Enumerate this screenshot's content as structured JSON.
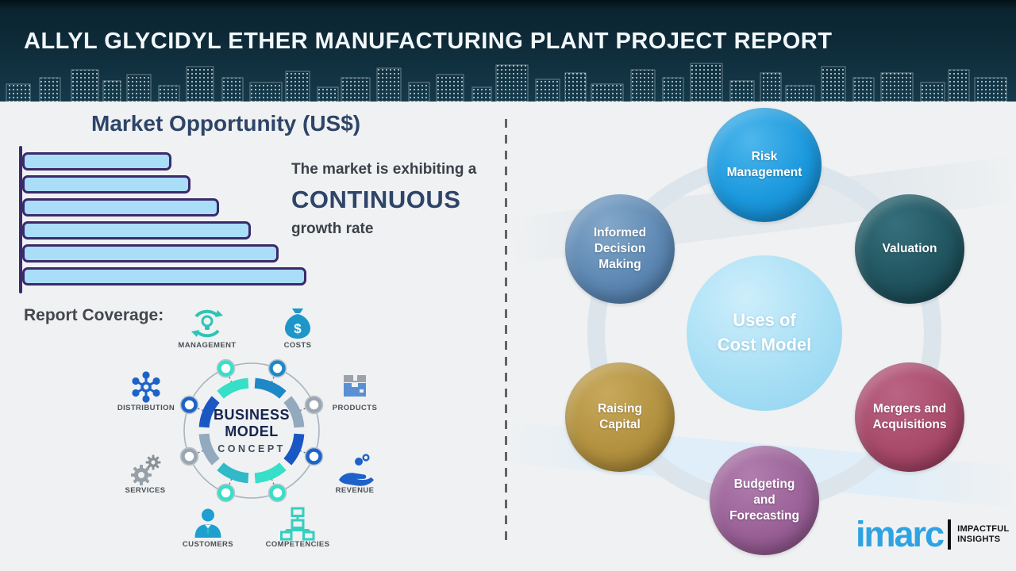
{
  "header": {
    "title": "ALLYL GLYCIDYL ETHER MANUFACTURING PLANT PROJECT REPORT"
  },
  "market_opportunity": {
    "title": "Market Opportunity (US$)",
    "statement_prefix": "The market is exhibiting a",
    "statement_highlight": "CONTINUOUS",
    "statement_suffix": "growth rate"
  },
  "chart_data": {
    "type": "bar",
    "orientation": "horizontal",
    "title": "Market Opportunity (US$)",
    "categories": [
      "",
      "",
      "",
      "",
      "",
      ""
    ],
    "values": [
      52.5,
      59.2,
      69.3,
      80.4,
      90.2,
      100
    ],
    "value_note": "relative bar lengths, no numeric axis labels shown",
    "bar_fill": "#a9ddf8",
    "bar_border": "#3b2a6b",
    "grid": false,
    "legend": false
  },
  "report_coverage": {
    "label": "Report Coverage:",
    "items": [
      {
        "label": "MANAGEMENT",
        "icon": "management-icon"
      },
      {
        "label": "COSTS",
        "icon": "costs-icon"
      },
      {
        "label": "DISTRIBUTION",
        "icon": "distribution-icon"
      },
      {
        "label": "PRODUCTS",
        "icon": "products-icon"
      },
      {
        "label": "SERVICES",
        "icon": "services-icon"
      },
      {
        "label": "REVENUE",
        "icon": "revenue-icon"
      },
      {
        "label": "CUSTOMERS",
        "icon": "customers-icon"
      },
      {
        "label": "COMPETENCIES",
        "icon": "competencies-icon"
      }
    ]
  },
  "business_model": {
    "line1": "BUSINESS",
    "line2": "MODEL",
    "line3": "CONCEPT"
  },
  "cost_model": {
    "center_label": "Uses of\nCost Model",
    "center_colors": {
      "base": "#a8dff5",
      "light": "#cdeefb",
      "dark": "#8fd2ef"
    },
    "bubbles": [
      {
        "id": "risk-management",
        "label": "Risk\nManagement",
        "colors": {
          "base": "#1b98dd",
          "light": "#4db7ec",
          "dark": "#0d7bbe"
        }
      },
      {
        "id": "valuation",
        "label": "Valuation",
        "colors": {
          "base": "#20545f",
          "light": "#36707c",
          "dark": "#123b44"
        }
      },
      {
        "id": "informed-decision-making",
        "label": "Informed\nDecision\nMaking",
        "colors": {
          "base": "#5d88b3",
          "light": "#84a8c9",
          "dark": "#46719e"
        }
      },
      {
        "id": "raising-capital",
        "label": "Raising\nCapital",
        "colors": {
          "base": "#b2913f",
          "light": "#c8a95c",
          "dark": "#96752b"
        }
      },
      {
        "id": "mergers-and-acquisitions",
        "label": "Mergers and\nAcquisitions",
        "colors": {
          "base": "#a84a6a",
          "light": "#bb6484",
          "dark": "#8c3252"
        }
      },
      {
        "id": "budgeting-and-forecasting",
        "label": "Budgeting\nand\nForecasting",
        "colors": {
          "base": "#9a6197",
          "light": "#b07eae",
          "dark": "#7e477c"
        }
      }
    ]
  },
  "logo": {
    "name": "imarc",
    "tagline_line1": "IMPACTFUL",
    "tagline_line2": "INSIGHTS",
    "brand_color": "#2ea3e3"
  }
}
